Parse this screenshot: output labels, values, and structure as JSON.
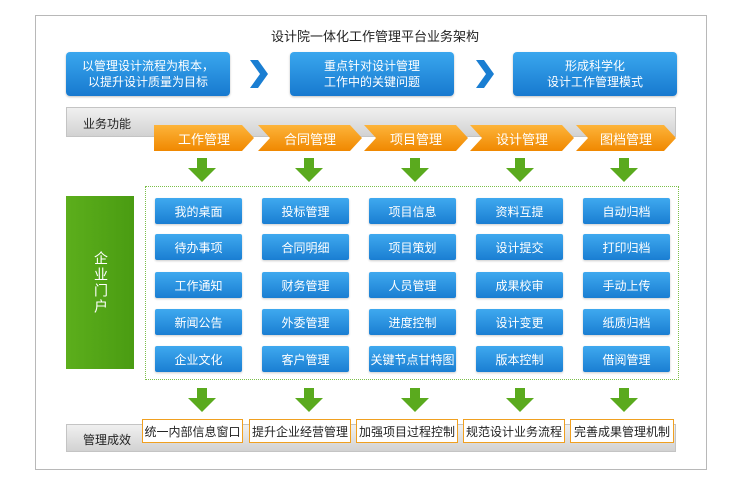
{
  "title": "设计院一体化工作管理平台业务架构",
  "goals": [
    {
      "line1": "以管理设计流程为根本，",
      "line2": "以提升设计质量为目标"
    },
    {
      "line1": "重点针对设计管理",
      "line2": "工作中的关键问题"
    },
    {
      "line1": "形成科学化",
      "line2": "设计工作管理模式"
    }
  ],
  "business_label": "业务功能",
  "results_label": "管理成效",
  "portal_label": "企业门户",
  "modules": [
    {
      "name": "工作管理",
      "items": [
        "我的桌面",
        "待办事项",
        "工作通知",
        "新闻公告",
        "企业文化"
      ],
      "result": "统一内部信息窗口"
    },
    {
      "name": "合同管理",
      "items": [
        "投标管理",
        "合同明细",
        "财务管理",
        "外委管理",
        "客户管理"
      ],
      "result": "提升企业经营管理"
    },
    {
      "name": "项目管理",
      "items": [
        "项目信息",
        "项目策划",
        "人员管理",
        "进度控制",
        "关键节点甘特图"
      ],
      "result": "加强项目过程控制"
    },
    {
      "name": "设计管理",
      "items": [
        "资料互提",
        "设计提交",
        "成果校审",
        "设计变更",
        "版本控制"
      ],
      "result": "规范设计业务流程"
    },
    {
      "name": "图档管理",
      "items": [
        "自动归档",
        "打印归档",
        "手动上传",
        "纸质归档",
        "借阅管理"
      ],
      "result": "完善成果管理机制"
    }
  ],
  "colors": {
    "blue": "#1f86d8",
    "orange": "#f39200",
    "green": "#52a418",
    "gray": "#d8d8d8"
  }
}
